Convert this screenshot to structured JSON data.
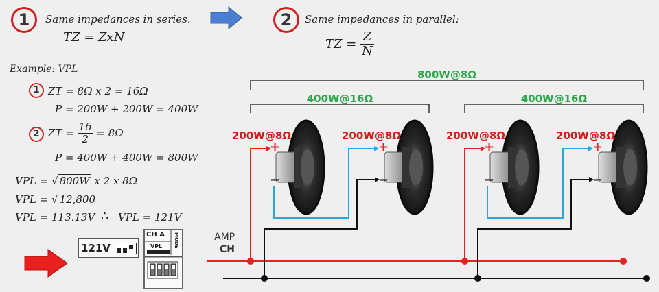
{
  "left": {
    "badge": "1",
    "caption": "Same impedances in series.",
    "formula": "TZ = ZxN"
  },
  "right": {
    "badge": "2",
    "caption": "Same impedances in parallel:",
    "formula_lhs": "TZ =",
    "formula_num": "Z",
    "formula_den": "N"
  },
  "example": {
    "title": "Example: VPL",
    "step1_badge": "1",
    "step1_line1": "ZT = 8Ω x 2 = 16Ω",
    "step1_line2": "P = 200W + 200W = 400W",
    "step2_badge": "2",
    "step2_zt": "ZT =",
    "step2_num": "16",
    "step2_den": "2",
    "step2_res": "= 8Ω",
    "step2_line2": "P = 400W + 400W = 800W",
    "vpl1_lhs": "VPL = √",
    "vpl1_rad": "800W",
    "vpl1_rest": "x 2 x 8Ω",
    "vpl2_lhs": "VPL = √",
    "vpl2_rad": "12,800",
    "vpl3": "VPL = 113.13V",
    "therefore": "∴",
    "vpl4": "VPL = 121V"
  },
  "device": {
    "display": "121V",
    "ch_label": "CH A",
    "vpl_label": "VPL",
    "mode_label": "MODE"
  },
  "diagram": {
    "total_label": "800W@8Ω",
    "pair_labels": [
      "400W@16Ω",
      "400W@16Ω"
    ],
    "speaker_labels": [
      "200W@8Ω",
      "200W@8Ω",
      "200W@8Ω",
      "200W@8Ω"
    ],
    "plus": "+",
    "minus": "−",
    "amp_label": "AMP",
    "ch_label": "CH"
  },
  "colors": {
    "badge_red": "#d62020",
    "wire_red": "#e82222",
    "wire_blue": "#2aa7e0",
    "label_green": "#2aa84a",
    "label_red": "#d61a1a",
    "arrow_blue": "#4a7fcf"
  }
}
